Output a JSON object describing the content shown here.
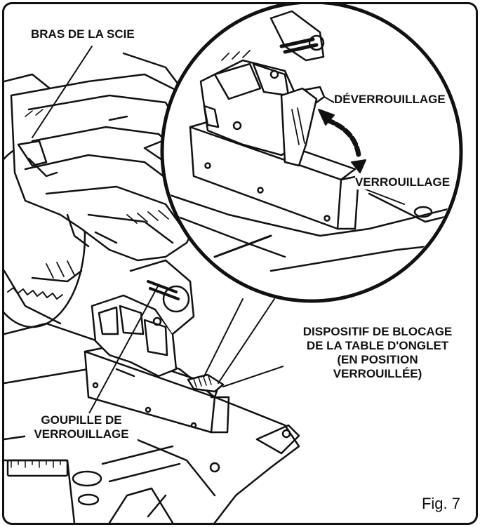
{
  "labels": {
    "saw_arm": "BRAS DE LA SCIE",
    "unlock": "DÉVERROUILLAGE",
    "lock": "VERROUILLAGE",
    "miter_lock_line1": "DISPOSITIF DE BLOCAGE",
    "miter_lock_line2": "DE LA TABLE D'ONGLET",
    "miter_lock_line3": "(EN POSITION",
    "miter_lock_line4": "VERROUILLÉE)",
    "lock_pin_line1": "GOUPILLE DE",
    "lock_pin_line2": "VERROUILLAGE"
  },
  "figure": {
    "caption": "Fig. 7"
  },
  "colors": {
    "ink": "#111111",
    "paper": "#ffffff"
  }
}
